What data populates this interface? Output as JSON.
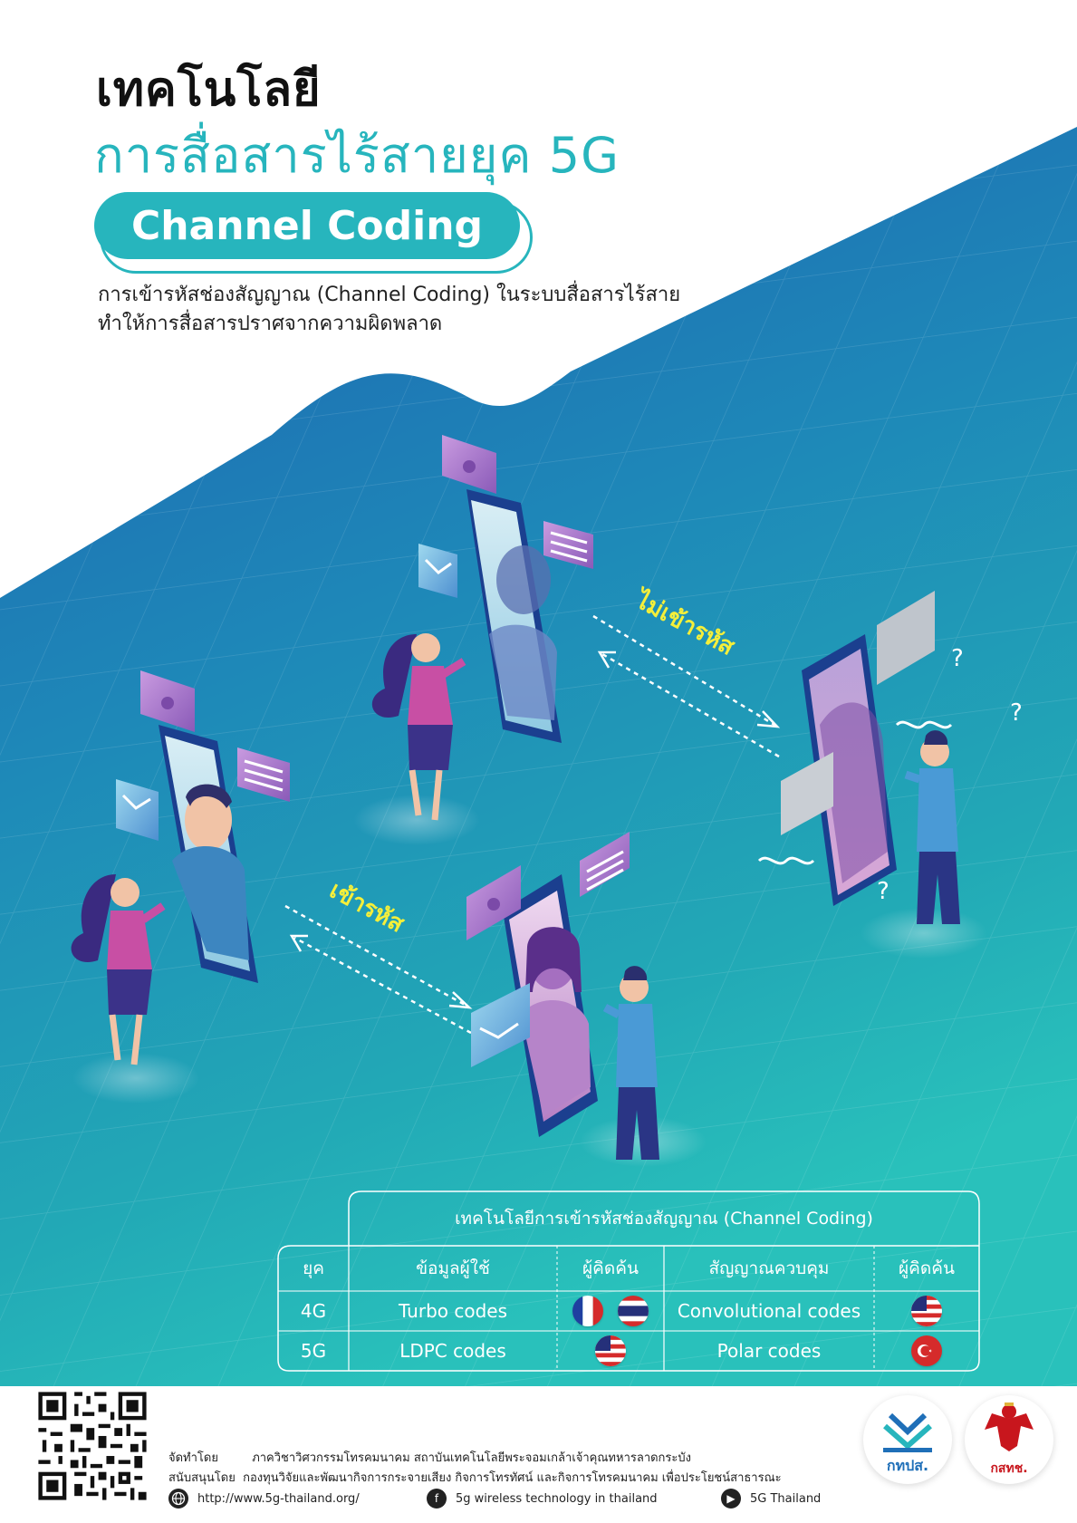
{
  "header": {
    "title_line1": "เทคโนโลยี",
    "title_line2": "การสื่อสารไร้สายยุค 5G",
    "badge": "Channel Coding",
    "description_line1": "การเข้ารหัสช่องสัญญาณ (Channel Coding) ในระบบสื่อสารไร้สาย",
    "description_line2": "ทำให้การสื่อสารปราศจากความผิดพลาด"
  },
  "illustration": {
    "label_not_encoded": "ไม่เข้ารหัส",
    "label_encoded": "เข้ารหัส",
    "question_mark": "?"
  },
  "table": {
    "title": "เทคโนโลยีการเข้ารหัสช่องสัญญาณ (Channel Coding)",
    "headers": [
      "ยุค",
      "ข้อมูลผู้ใช้",
      "ผู้คิดค้น",
      "สัญญาณควบคุม",
      "ผู้คิดค้น"
    ],
    "rows": [
      {
        "era": "4G",
        "user_data": "Turbo codes",
        "user_inventors": [
          "france-flag-icon",
          "thailand-flag-icon"
        ],
        "control": "Convolutional codes",
        "control_inventors": [
          "usa-flag-icon"
        ]
      },
      {
        "era": "5G",
        "user_data": "LDPC codes",
        "user_inventors": [
          "usa-flag-icon"
        ],
        "control": "Polar codes",
        "control_inventors": [
          "turkey-flag-icon"
        ]
      }
    ]
  },
  "footer": {
    "organizer_label": "จัดทำโดย",
    "organizer": "ภาควิชาวิศวกรรมโทรคมนาคม สถาบันเทคโนโลยีพระจอมเกล้าเจ้าคุณทหารลาดกระบัง",
    "sponsor_label": "สนับสนุนโดย",
    "sponsor": "กองทุนวิจัยและพัฒนากิจการกระจายเสียง กิจการโทรทัศน์ และกิจการโทรคมนาคม เพื่อประโยชน์สาธารณะ",
    "website": "http://www.5g-thailand.org/",
    "facebook": "5g wireless technology in thailand",
    "youtube": "5G Thailand",
    "logo1_text": "กทปส.",
    "logo2_text": "กสทช."
  },
  "colors": {
    "teal": "#27b5bd",
    "blue": "#1f6fb8",
    "label_yellow": "#f5ef3a"
  }
}
